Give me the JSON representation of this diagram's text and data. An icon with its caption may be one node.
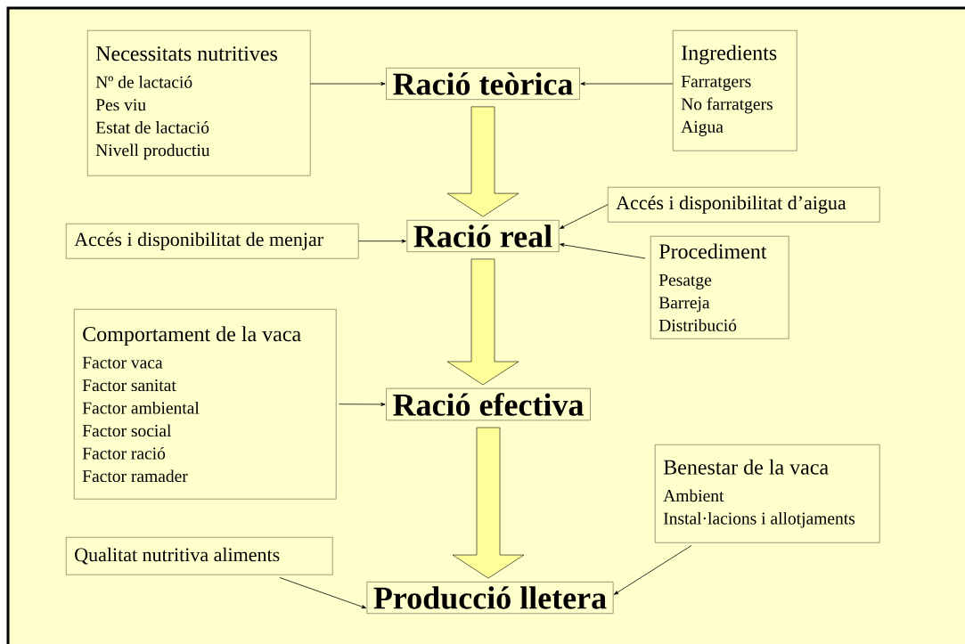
{
  "diagram": {
    "nodes": [
      {
        "text": [
          "Necessitats nutritives",
          "Nº de lactació",
          "Pes viu",
          "Estat de lactació",
          "Nivell productiu"
        ]
      },
      {
        "text": [
          "Ració teòrica"
        ]
      },
      {
        "text": [
          "Ingredients",
          "Farratgers",
          "No farratgers",
          "Aigua"
        ]
      },
      {
        "text": [
          "Accés i disponibilitat d’aigua"
        ]
      },
      {
        "text": [
          "Accés i disponibilitat de menjar"
        ]
      },
      {
        "text": [
          "Ració real"
        ]
      },
      {
        "text": [
          "Procediment",
          "Pesatge",
          "Barreja",
          "Distribució"
        ]
      },
      {
        "text": [
          "Comportament de la vaca",
          "Factor vaca",
          "Factor sanitat",
          "Factor ambiental",
          "Factor social",
          "Factor ració",
          "Factor ramader"
        ]
      },
      {
        "text": [
          "Ració efectiva"
        ]
      },
      {
        "text": [
          "Benestar de la vaca",
          "Ambient",
          "Instal·lacions i allotjaments"
        ]
      },
      {
        "text": [
          "Qualitat nutritiva aliments"
        ]
      },
      {
        "text": [
          "Producció lletera"
        ]
      }
    ],
    "edges": [
      {
        "from": 0,
        "to": 1,
        "arrow": "to"
      },
      {
        "from": 2,
        "to": 1,
        "arrow": "to"
      },
      {
        "from": 4,
        "to": 5,
        "arrow": "to"
      },
      {
        "from": 3,
        "to": 5,
        "arrow": "to"
      },
      {
        "from": 6,
        "to": 5,
        "arrow": "to"
      },
      {
        "from": 7,
        "to": 8,
        "arrow": "to"
      },
      {
        "from": 10,
        "to": 11,
        "arrow": "to"
      },
      {
        "from": 9,
        "to": 11,
        "arrow": "to"
      },
      {
        "from": 1,
        "to": 5,
        "arrow": "to",
        "style": "thick"
      },
      {
        "from": 5,
        "to": 8,
        "arrow": "to",
        "style": "thick"
      },
      {
        "from": 8,
        "to": 11,
        "arrow": "to",
        "style": "thick"
      }
    ]
  }
}
